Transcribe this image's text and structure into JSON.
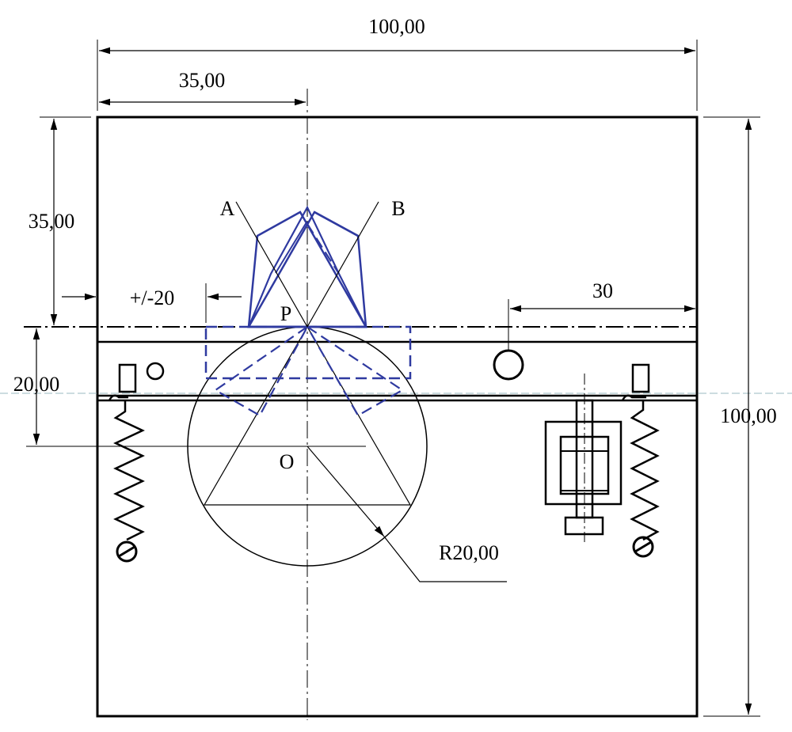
{
  "dimensions": {
    "overall_width": "100,00",
    "center_offset": "35,00",
    "overall_height": "100,00",
    "top_offset": "35,00",
    "slide_height": "20,00",
    "tolerance": "+/-20",
    "hole_offset": "30",
    "radius": "R20,00"
  },
  "points": {
    "a": "A",
    "b": "B",
    "p": "P",
    "o": "O"
  },
  "colors": {
    "lines": "#000000",
    "moving_parts": "#2f3aa0"
  }
}
